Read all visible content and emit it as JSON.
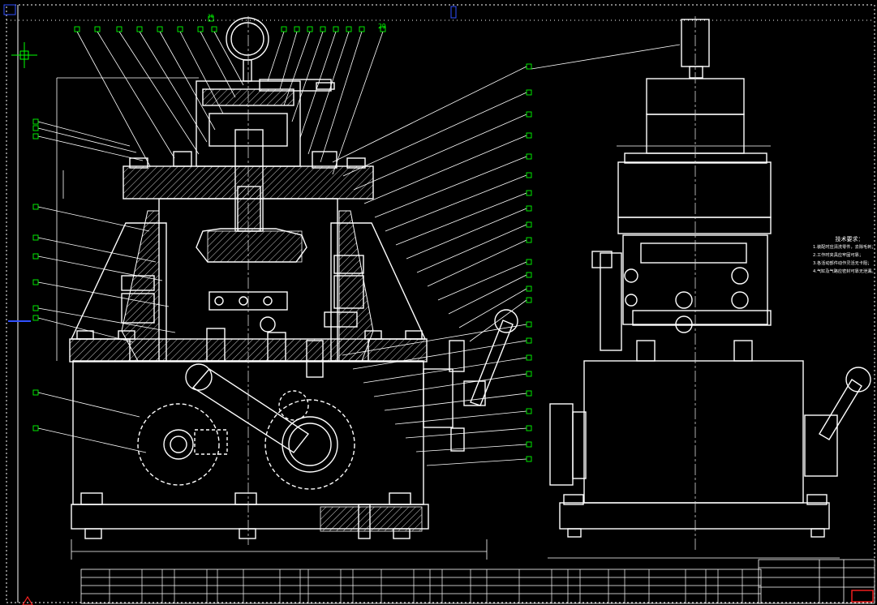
{
  "drawing": {
    "balloon_label": "29",
    "balloon_tag": "20",
    "tech_requirements": {
      "heading": "技术要求：",
      "lines": [
        "1.装配时应清洗零件，去除毛刺；",
        "2.工作时夹具应牢固可靠；",
        "3.各活动部件动作灵活无卡阻；",
        "4.气缸及气路应密封可靠无泄漏。"
      ]
    },
    "colors": {
      "background": "#000000",
      "outline": "#ffffff",
      "leader": "#ffffff",
      "centerline": "#d8d8d8",
      "balloon": "#00ff00",
      "accent": "#ff2020",
      "ucs": "#3050ff"
    }
  }
}
